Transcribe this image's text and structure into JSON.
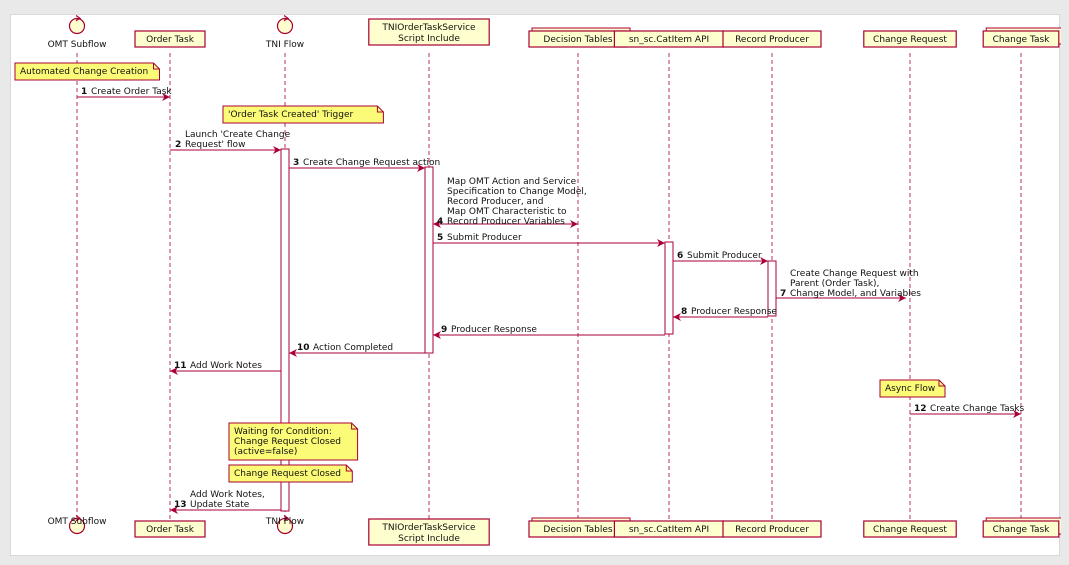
{
  "participants": [
    {
      "id": "omt",
      "type": "control",
      "lines": [
        "OMT Subflow"
      ]
    },
    {
      "id": "order",
      "type": "box",
      "lines": [
        "Order Task"
      ]
    },
    {
      "id": "tni",
      "type": "control",
      "lines": [
        "TNI Flow"
      ]
    },
    {
      "id": "svc",
      "type": "box",
      "lines": [
        "TNIOrderTaskService",
        "Script Include"
      ]
    },
    {
      "id": "dec",
      "type": "collection",
      "lines": [
        "Decision Tables"
      ]
    },
    {
      "id": "api",
      "type": "box",
      "lines": [
        "sn_sc.CatItem API"
      ]
    },
    {
      "id": "rec",
      "type": "box",
      "lines": [
        "Record Producer"
      ]
    },
    {
      "id": "cr",
      "type": "box",
      "lines": [
        "Change Request"
      ]
    },
    {
      "id": "ct",
      "type": "collection",
      "lines": [
        "Change Task"
      ]
    }
  ],
  "messages": [
    {
      "num": "1",
      "lines": [
        "Create Order Task"
      ],
      "from": "omt",
      "to": "order"
    },
    {
      "num": "2",
      "lines": [
        "Launch 'Create Change",
        "Request' flow"
      ],
      "from": "order",
      "to": "tni"
    },
    {
      "num": "3",
      "lines": [
        "Create Change Request action"
      ],
      "from": "tni",
      "to": "svc"
    },
    {
      "num": "4",
      "lines": [
        "Map OMT Action and Service",
        "Specification to Change Model,",
        "Record Producer, and",
        "Map OMT Characteristic to",
        "Record Producer Variables"
      ],
      "from": "svc",
      "to": "dec",
      "bidirectional": true
    },
    {
      "num": "5",
      "lines": [
        "Submit Producer"
      ],
      "from": "svc",
      "to": "api"
    },
    {
      "num": "6",
      "lines": [
        "Submit Producer"
      ],
      "from": "api",
      "to": "rec"
    },
    {
      "num": "7",
      "lines": [
        "Create Change Request with",
        "Parent (Order Task),",
        "Change Model, and Variables"
      ],
      "from": "rec",
      "to": "cr"
    },
    {
      "num": "8",
      "lines": [
        "Producer Response"
      ],
      "from": "rec",
      "to": "api"
    },
    {
      "num": "9",
      "lines": [
        "Producer Response"
      ],
      "from": "api",
      "to": "svc"
    },
    {
      "num": "10",
      "lines": [
        "Action Completed"
      ],
      "from": "svc",
      "to": "tni"
    },
    {
      "num": "11",
      "lines": [
        "Add Work Notes"
      ],
      "from": "tni",
      "to": "order"
    },
    {
      "num": "12",
      "lines": [
        "Create Change Tasks"
      ],
      "from": "cr",
      "to": "ct"
    },
    {
      "num": "13",
      "lines": [
        "Add Work Notes,",
        "Update State"
      ],
      "from": "tni",
      "to": "order"
    }
  ],
  "notes": [
    {
      "lines": [
        "Automated Change Creation"
      ]
    },
    {
      "lines": [
        "'Order Task Created' Trigger"
      ]
    },
    {
      "lines": [
        "Async Flow"
      ]
    },
    {
      "lines": [
        "Waiting for Condition:",
        "Change Request Closed",
        "(active=false)"
      ]
    },
    {
      "lines": [
        "Change Request Closed"
      ]
    }
  ],
  "colors": {
    "border": "#a80036",
    "box_fill": "#fefece",
    "note_fill": "#fbfb77",
    "lifeline": "#a80036",
    "text": "#111111"
  }
}
